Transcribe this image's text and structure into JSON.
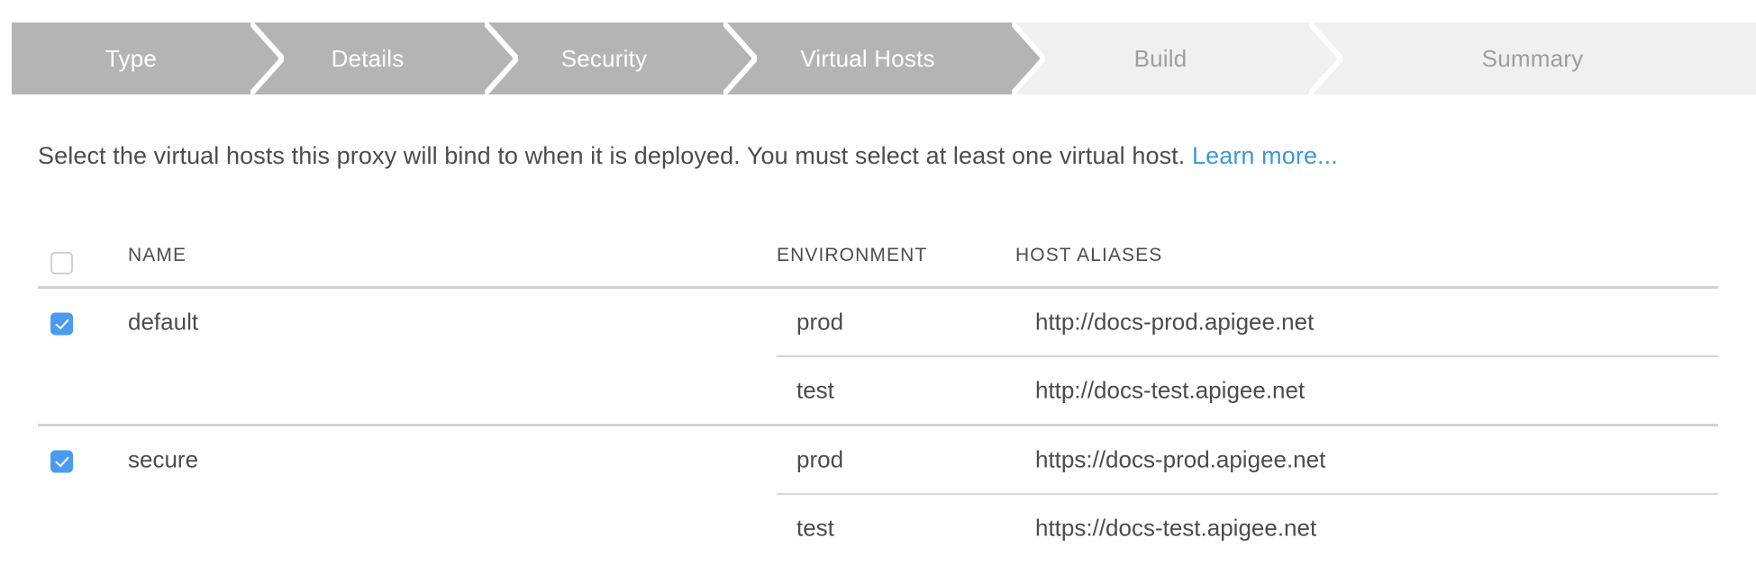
{
  "wizard": {
    "steps": [
      {
        "label": "Type",
        "state": "active"
      },
      {
        "label": "Details",
        "state": "active"
      },
      {
        "label": "Security",
        "state": "active"
      },
      {
        "label": "Virtual Hosts",
        "state": "active"
      },
      {
        "label": "Build",
        "state": "inactive"
      },
      {
        "label": "Summary",
        "state": "inactive"
      }
    ],
    "active_color": "#b4b4b4",
    "inactive_color": "#f0f0f0",
    "active_text_color": "#ffffff",
    "inactive_text_color": "#9e9e9e"
  },
  "description": {
    "text": "Select the virtual hosts this proxy will bind to when it is deployed. You must select at least one virtual host. ",
    "link_label": "Learn more...",
    "link_color": "#3d99d4"
  },
  "table": {
    "select_all_checked": false,
    "headers": {
      "name": "NAME",
      "environment": "ENVIRONMENT",
      "host_aliases": "HOST ALIASES"
    },
    "accent_color": "#4a9bf0",
    "groups": [
      {
        "name": "default",
        "checked": true,
        "rows": [
          {
            "environment": "prod",
            "host_alias": "http://docs-prod.apigee.net"
          },
          {
            "environment": "test",
            "host_alias": "http://docs-test.apigee.net"
          }
        ]
      },
      {
        "name": "secure",
        "checked": true,
        "rows": [
          {
            "environment": "prod",
            "host_alias": "https://docs-prod.apigee.net"
          },
          {
            "environment": "test",
            "host_alias": "https://docs-test.apigee.net"
          }
        ]
      }
    ]
  }
}
